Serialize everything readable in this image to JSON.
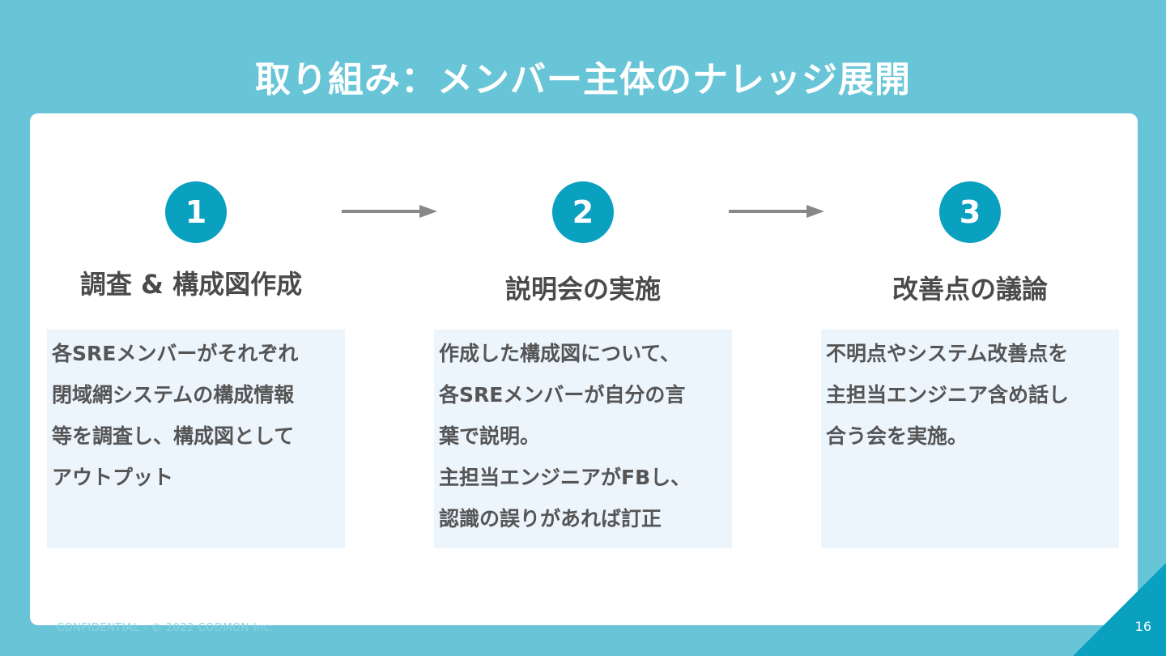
{
  "title": "取り組み：メンバー主体のナレッジ展開",
  "steps": [
    {
      "number": "1",
      "title": "調査 & 構成図作成",
      "lines": [
        "各SREメンバーがそれぞれ",
        "閉域網システムの構成情報",
        "等を調査し、構成図として",
        "アウトプット"
      ]
    },
    {
      "number": "2",
      "title": "説明会の実施",
      "lines": [
        "作成した構成図について、",
        "各SREメンバーが自分の言",
        "葉で説明。",
        "主担当エンジニアがFBし、",
        "認識の誤りがあれば訂正"
      ]
    },
    {
      "number": "3",
      "title": "改善点の議論",
      "lines": [
        "不明点やシステム改善点を",
        "主担当エンジニア含め話し",
        "合う会を実施。"
      ]
    }
  ],
  "footer": {
    "confidential": "CONFIDENTIAL - © 2022 CODMON Inc.",
    "page_number": "16"
  },
  "colors": {
    "background": "#68c5d8",
    "accent": "#0aa0c0",
    "box": "#ecf4fc",
    "arrow": "#888888"
  }
}
